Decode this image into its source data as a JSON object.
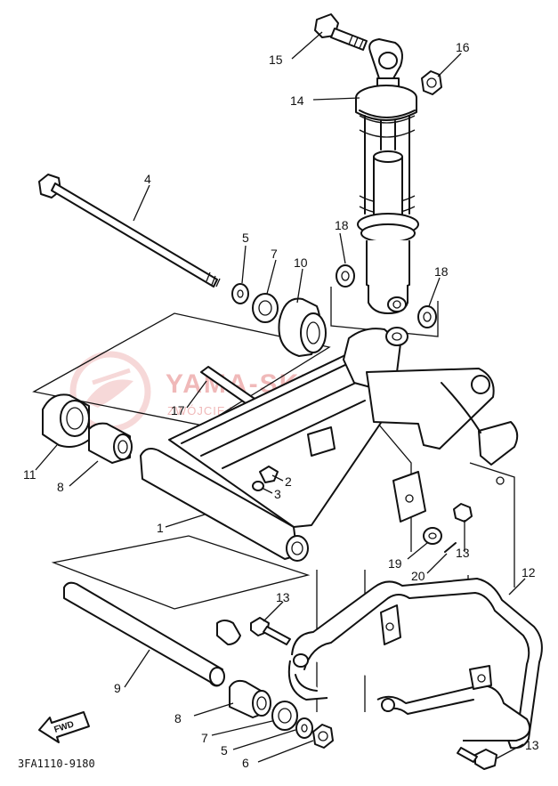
{
  "watermark": {
    "title": "YAMA-SKLEP.PL",
    "subtitle": "ZWÓJCIE W ZWEZ DEALER YAMAHA"
  },
  "diagram_code": "3FA1110-9180",
  "fwd_label": "FWD",
  "callouts": [
    "1",
    "2",
    "3",
    "4",
    "5",
    "5",
    "6",
    "7",
    "7",
    "8",
    "8",
    "9",
    "10",
    "11",
    "12",
    "13",
    "13",
    "13",
    "14",
    "15",
    "16",
    "17",
    "18",
    "18",
    "19",
    "20"
  ]
}
